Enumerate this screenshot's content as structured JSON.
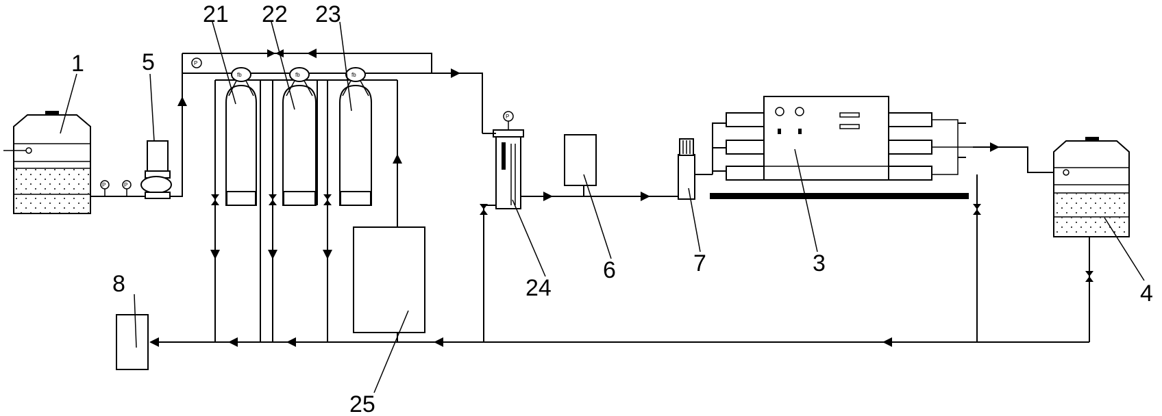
{
  "labels": {
    "raw_tank": "1",
    "pump": "5",
    "filter_21": "21",
    "filter_22": "22",
    "filter_23": "23",
    "cartridge_filter": "24",
    "dosing_box": "6",
    "hp_pump": "7",
    "ro_unit": "3",
    "product_tank": "4",
    "drain_tank": "8",
    "brine_box": "25"
  },
  "gauge_symbol": "P",
  "valve_symbol": "fb"
}
